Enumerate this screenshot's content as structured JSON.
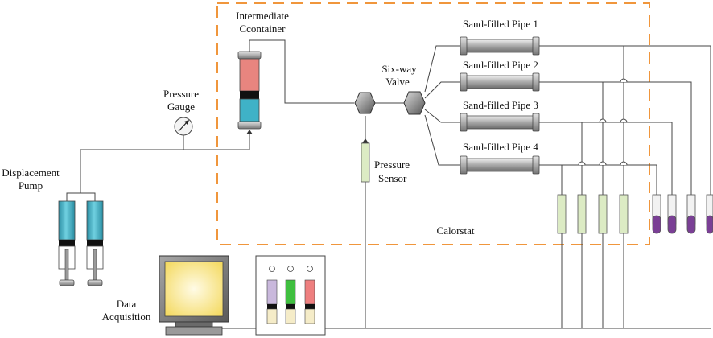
{
  "labels": {
    "intermediate_container_line1": "Intermediate",
    "intermediate_container_line2": "Ccontainer",
    "sand_pipe_1": "Sand-filled Pipe 1",
    "sand_pipe_2": "Sand-filled Pipe 2",
    "sand_pipe_3": "Sand-filled Pipe 3",
    "sand_pipe_4": "Sand-filled Pipe 4",
    "six_way_valve_line1": "Six-way",
    "six_way_valve_line2": "Valve",
    "pressure_gauge_line1": "Pressure",
    "pressure_gauge_line2": "Gauge",
    "pressure_sensor_line1": "Pressure",
    "pressure_sensor_line2": "Sensor",
    "displacement_pump_line1": "Displacement",
    "displacement_pump_line2": "Pump",
    "calorstat": "Calorstat",
    "data_acquisition_line1": "Data",
    "data_acquisition_line2": "Acquisition"
  },
  "colors": {
    "calorstat_border": "#f0963c",
    "container_top": "#e8857f",
    "container_bottom": "#3fb2c7",
    "pump_cylinder": "#3aa6bb",
    "pipe_gray": "#b8b8b8",
    "sensor_green": "#dcebc4",
    "tube_purple": "#7a3f95",
    "monitor_screen": "#f6e27a",
    "panel_tube_lavender": "#c9b8dc",
    "panel_tube_green": "#3fbf3f",
    "panel_tube_red": "#ee7f7f",
    "panel_tube_cream": "#f5ecc8",
    "line": "#444444"
  }
}
